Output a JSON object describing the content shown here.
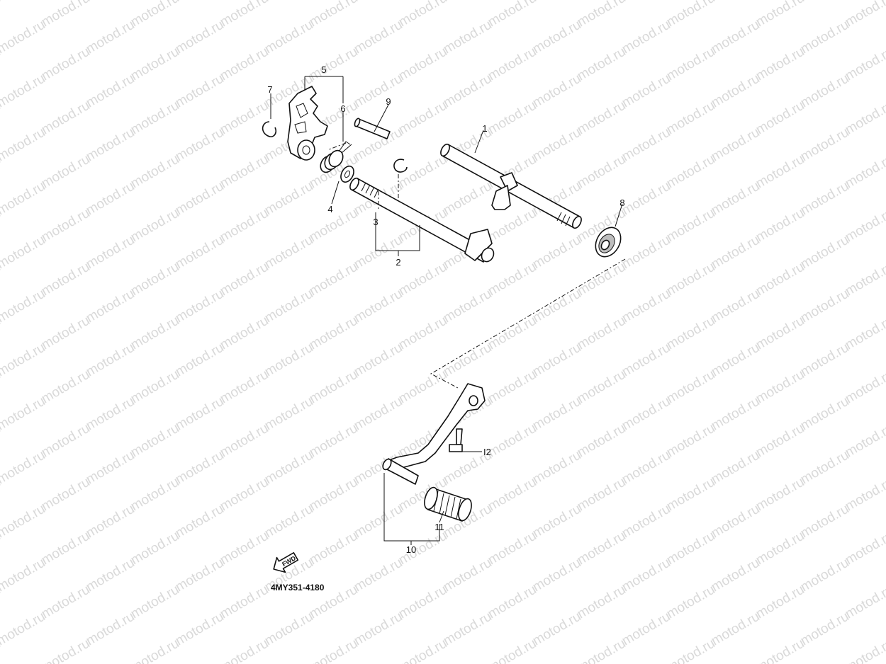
{
  "watermark": {
    "text": "motod.ru",
    "color": "#d9d9d9"
  },
  "callouts": {
    "c1": "1",
    "c2": "2",
    "c3": "3",
    "c4": "4",
    "c5": "5",
    "c6": "6",
    "c7": "7",
    "c8": "8",
    "c9": "9",
    "c10": "10",
    "c11": "11",
    "c12": "I2"
  },
  "fwd_badge": "FWD",
  "figure_code": "4MY351-4180"
}
